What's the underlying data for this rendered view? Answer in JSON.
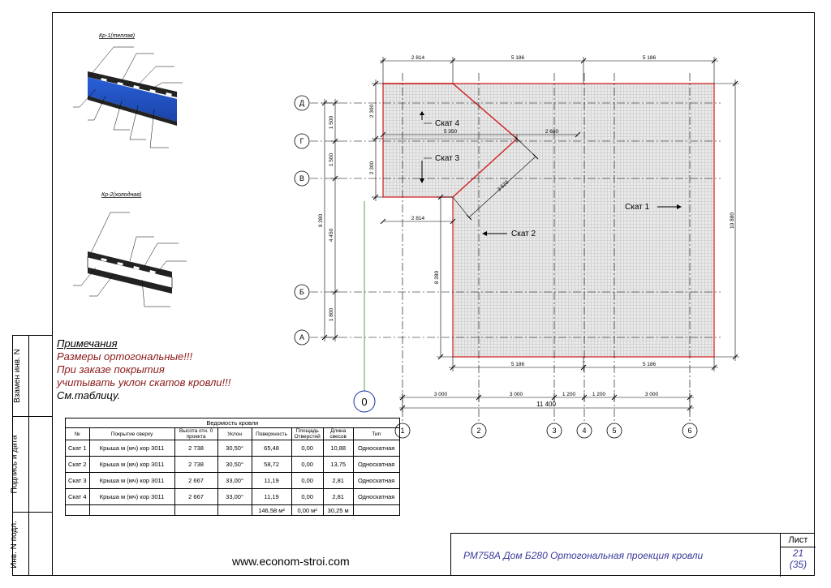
{
  "details": {
    "kr1_title": "Кр-1(теплая)",
    "kr2_title": "Кр-2(холодная)"
  },
  "notes": {
    "title": "Примечания",
    "line1": "Размеры ортогональные!!!",
    "line2": "При заказе покрытия",
    "line3": "учитывать уклон скатов кровли!!!",
    "line4": "См.таблицу."
  },
  "stamp": {
    "cell1": "Взамен инв. N",
    "cell2": "Подпись и дата",
    "cell3": "Инв. N подл."
  },
  "plan": {
    "axes_letters": [
      "Д",
      "Г",
      "В",
      "Б",
      "А"
    ],
    "axes_numbers": [
      "1",
      "2",
      "3",
      "4",
      "5",
      "6"
    ],
    "axis_zero": "0",
    "slopes": {
      "s1": "Скат 1",
      "s2": "Скат 2",
      "s3": "Скат 3",
      "s4": "Скат 4"
    },
    "dims_top": [
      "2 814",
      "5 186",
      "5 186"
    ],
    "dims_bottom_roof": [
      "5 186",
      "5 186"
    ],
    "dims_axes": [
      "3 000",
      "3 000",
      "1 200",
      "1 200",
      "3 000"
    ],
    "dim_total": "11 400",
    "dim_inner_2814": "2 814",
    "dim_5350": "5 350",
    "dim_2680": "2 680",
    "dim_3523": "3 523",
    "dim_right": "10 880",
    "dim_left_2300a": "2 300",
    "dim_left_2300b": "2 300",
    "dim_8280": "8 280",
    "dim_axes_left": [
      "1 500",
      "1 500",
      "4 450",
      "1 800"
    ],
    "dim_9280": "9 280"
  },
  "table": {
    "caption": "Ведомость кровли",
    "headers": [
      "№",
      "Покрытие сверху",
      "Высота отн. 0 проекта",
      "Уклон",
      "Поверхность",
      "Площадь Отверстий",
      "Длина свесов",
      "Тип"
    ],
    "rows": [
      [
        "Скат 1",
        "Крыша  м (мч)  кор 3011",
        "2 738",
        "30,50°",
        "65,48",
        "0,00",
        "10,88",
        "Односкатная"
      ],
      [
        "Скат 2",
        "Крыша  м (мч)  кор 3011",
        "2 738",
        "30,50°",
        "58,72",
        "0,00",
        "13,75",
        "Односкатная"
      ],
      [
        "Скат 3",
        "Крыша  м (мч)  кор 3011",
        "2 667",
        "33,00°",
        "11,19",
        "0,00",
        "2,81",
        "Односкатная"
      ],
      [
        "Скат 4",
        "Крыша  м (мч)  кор 3011",
        "2 667",
        "33,00°",
        "11,19",
        "0,00",
        "2,81",
        "Односкатная"
      ]
    ],
    "totals": [
      "",
      "",
      "",
      "",
      "146,58 м²",
      "0,00 м²",
      "30,25 м",
      ""
    ]
  },
  "footer": {
    "site": "www.econom-stroi.com",
    "description": "РМ758А Дом  Б280   Ортогональная проекция кровли",
    "sheet_label": "Лист",
    "sheet_num": "21",
    "sheet_total": "(35)"
  },
  "colors": {
    "roof_outline": "#d11f1f",
    "text_blue": "#3a3a9c",
    "notes_red": "#8b1a1a"
  }
}
